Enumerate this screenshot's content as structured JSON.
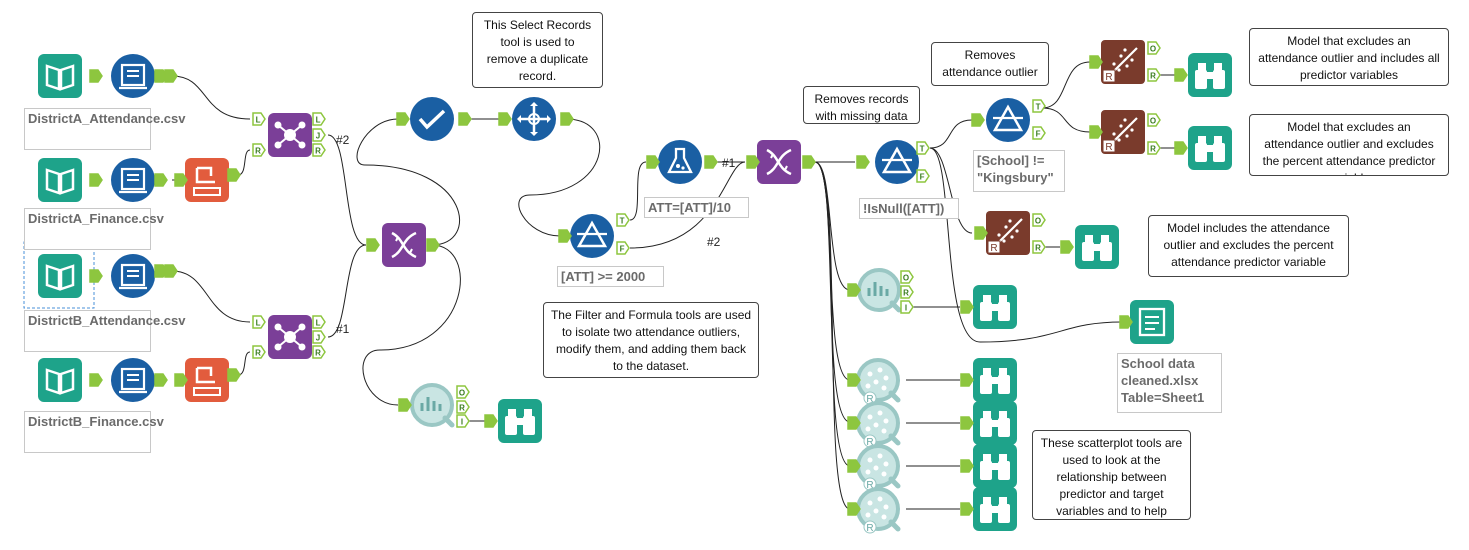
{
  "workflow": {
    "labels": {
      "district_a_attendance": "DistrictA_Attendance.csv",
      "district_a_finance": "DistrictA_Finance.csv",
      "district_b_attendance": "DistrictB_Attendance.csv",
      "district_b_finance": "DistrictB_Finance.csv",
      "filter_att": "[ATT] >= 2000",
      "formula_att": "ATT=[ATT]/10",
      "filter_isnull": "!IsNull([ATT])",
      "filter_school": "[School] !=\n\"Kingsbury\"",
      "output_file": "School data\ncleaned.xlsx\nTable=Sheet1"
    },
    "connection_labels": {
      "join_a": "#2",
      "join_b": "#1",
      "formula_out": "#1",
      "filter_false": "#2"
    },
    "comments": {
      "select_records": "This Select Records tool is used to remove a duplicate record.",
      "filter_formula": "The Filter and Formula tools are used to isolate two attendance outliers, modify them, and adding them back to the dataset.",
      "removes_missing": "Removes records with missing data",
      "removes_outlier": "Removes attendance outlier",
      "model_1": "Model that excludes an attendance outlier and includes all predictor variables",
      "model_2": "Model that excludes an attendance outlier and excludes the percent attendance predictor variable",
      "model_3": "Model includes the attendance outlier and excludes the percent attendance predictor variable",
      "scatterplot": "These scatterplot tools are used to look at the relationship between predictor and target variables and to help identify outliers"
    },
    "anchor_letters": {
      "left": "L",
      "right": "R",
      "join": "J",
      "true": "T",
      "false": "F",
      "output": "O",
      "report": "R",
      "interactive": "I"
    },
    "colors": {
      "input": "#1ea38a",
      "browse": "#1ea38a",
      "join": "#7b3f98",
      "union": "#7b3f98",
      "preparation": "#1a5fa3",
      "transform": "#e25c3d",
      "predictive": "#7a3b2c",
      "investigation": "#9ac7c4",
      "anchor": "#8dc63f"
    }
  }
}
